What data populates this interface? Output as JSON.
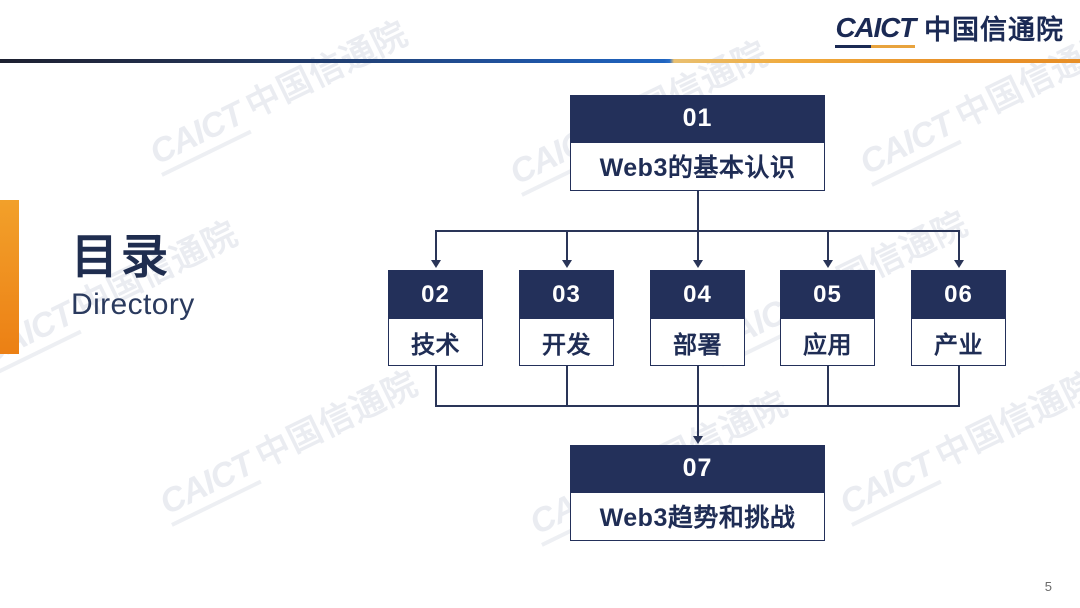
{
  "slide": {
    "page_number": "5",
    "colors": {
      "navy": "#23305a",
      "navy_text": "#1f2d55",
      "orange": "#ef8f1f",
      "blue_rule": "#1f64c0",
      "watermark": "#e9ecf1"
    }
  },
  "header": {
    "logo_en": "CAICT",
    "logo_cn": "中国信通院"
  },
  "watermark": {
    "text_en": "CAICT",
    "text_cn": "中国信通院"
  },
  "title": {
    "cn": "目录",
    "en": "Directory"
  },
  "diagram": {
    "type": "tree",
    "root": {
      "number": "01",
      "label": "Web3的基本认识"
    },
    "children": [
      {
        "number": "02",
        "label": "技术"
      },
      {
        "number": "03",
        "label": "开发"
      },
      {
        "number": "04",
        "label": "部署"
      },
      {
        "number": "05",
        "label": "应用"
      },
      {
        "number": "06",
        "label": "产业"
      }
    ],
    "footer": {
      "number": "07",
      "label": "Web3趋势和挑战"
    }
  }
}
